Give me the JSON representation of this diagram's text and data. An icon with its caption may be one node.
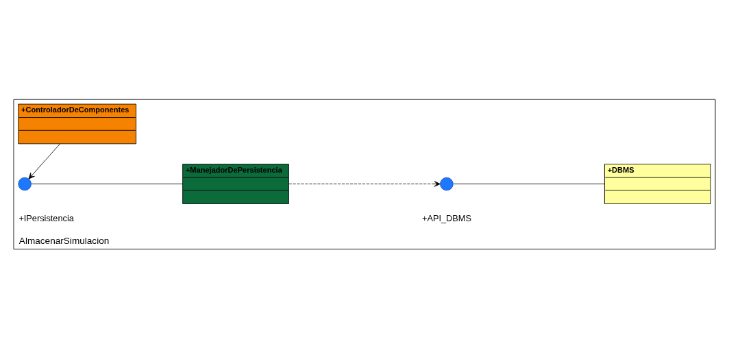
{
  "diagram": {
    "nodes": [
      {
        "text": [
          "AlmacenarSimulacion"
        ]
      },
      {
        "text": [
          "+ControladorDeComponentes"
        ],
        "in": 0
      },
      {
        "text": [],
        "shape": "circle",
        "beside": [
          "+IPersistencia"
        ],
        "in": 0
      },
      {
        "text": [
          "+ManejadorDePersistencia"
        ],
        "in": 0
      },
      {
        "text": [],
        "shape": "circle",
        "beside": [
          "+API_DBMS"
        ],
        "in": 0
      },
      {
        "text": [
          "+DBMS"
        ],
        "in": 0
      }
    ],
    "edges": [
      {
        "from": 1,
        "to": 2,
        "arrow": "to"
      },
      {
        "from": 2,
        "to": 3,
        "arrow": "none"
      },
      {
        "from": 3,
        "to": 4,
        "arrow": "to",
        "style": "dashed"
      },
      {
        "from": 4,
        "to": 5,
        "arrow": "none"
      }
    ]
  }
}
